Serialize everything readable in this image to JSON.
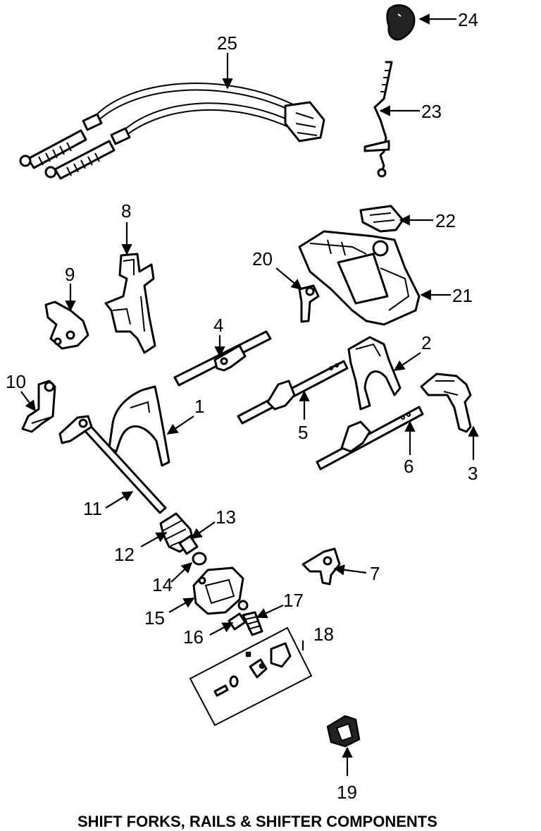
{
  "caption": "SHIFT FORKS, RAILS & SHIFTER COMPONENTS",
  "callouts": [
    "1",
    "2",
    "3",
    "4",
    "5",
    "6",
    "7",
    "8",
    "9",
    "10",
    "11",
    "12",
    "13",
    "14",
    "15",
    "16",
    "17",
    "18",
    "19",
    "20",
    "21",
    "22",
    "23",
    "24",
    "25"
  ]
}
